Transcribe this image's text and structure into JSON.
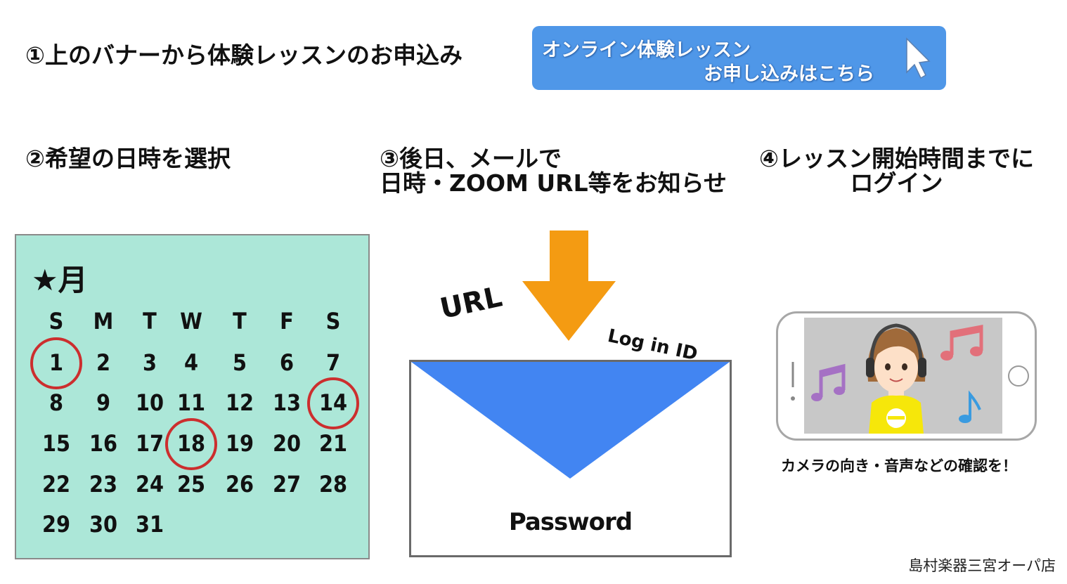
{
  "steps": {
    "step1": "①上のバナーから体験レッスンのお申込み",
    "step2": "②希望の日時を選択",
    "step3_line1": "③後日、メールで",
    "step3_line2": "日時・ZOOM URL等をお知らせ",
    "step4_line1": "④レッスン開始時間までに",
    "step4_line2": "ログイン"
  },
  "banner": {
    "line1": "オンライン体験レッスン",
    "line2": "お申し込みはこちら",
    "icon": "cursor-arrow-icon"
  },
  "calendar": {
    "title": "★月",
    "weekdays": [
      "S",
      "M",
      "T",
      "W",
      "T",
      "F",
      "S"
    ],
    "weeks": [
      [
        "1",
        "2",
        "3",
        "4",
        "5",
        "6",
        "7"
      ],
      [
        "8",
        "9",
        "10",
        "11",
        "12",
        "13",
        "14"
      ],
      [
        "15",
        "16",
        "17",
        "18",
        "19",
        "20",
        "21"
      ],
      [
        "22",
        "23",
        "24",
        "25",
        "26",
        "27",
        "28"
      ],
      [
        "29",
        "30",
        "31",
        "",
        "",
        "",
        ""
      ]
    ],
    "circled_days": [
      "1",
      "14",
      "18"
    ],
    "circle_color": "#cc2e2e",
    "background_color": "#ace7d8"
  },
  "mail": {
    "url_label": "URL",
    "login_label": "Log in ID",
    "password_label": "Password",
    "arrow_color": "#f49b12",
    "envelope_flap_color": "#4285f2"
  },
  "phone": {
    "caption": "カメラの向き・音声などの確認を！",
    "icons": [
      "smartphone-icon",
      "headphones-person-icon",
      "music-note-icon"
    ]
  },
  "footer": {
    "store": "島村楽器三宮オーパ店"
  }
}
